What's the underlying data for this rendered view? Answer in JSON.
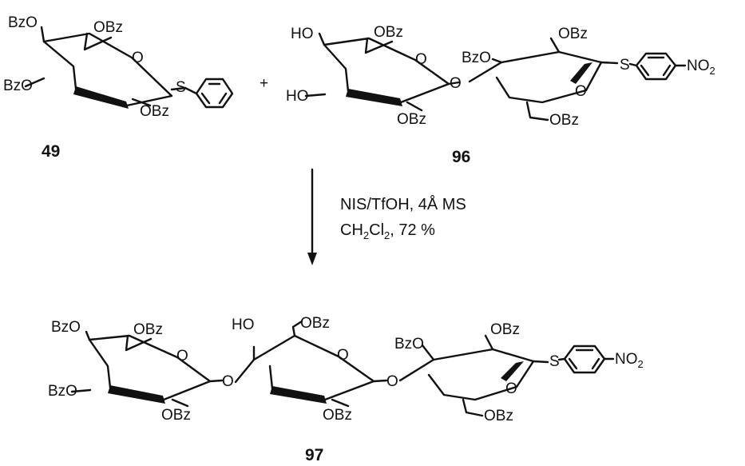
{
  "compounds": {
    "c49": {
      "number": "49",
      "subs": {
        "a": "BzO",
        "b": "OBz",
        "c": "O",
        "d": "S",
        "e": "BzO",
        "f": "OBz"
      }
    },
    "plus": "+",
    "c96": {
      "number": "96",
      "subs": {
        "a": "HO",
        "b": "OBz",
        "c": "O",
        "d": "HO",
        "e": "OBz",
        "f": "O",
        "g": "BzO",
        "h": "OBz",
        "i": "O",
        "j": "S",
        "k": "OBz",
        "l": "NO",
        "l2": "2"
      }
    },
    "c97": {
      "number": "97",
      "subs": {
        "a": "BzO",
        "b": "OBz",
        "c": "O",
        "d": "BzO",
        "e": "OBz",
        "f": "O",
        "g": "HO",
        "h": "OBz",
        "i": "O",
        "j": "OBz",
        "k": "O",
        "m": "BzO",
        "n": "OBz",
        "o": "O",
        "p": "S",
        "q": "OBz",
        "r": "NO",
        "r2": "2"
      }
    }
  },
  "conditions": {
    "line1": "NIS/TfOH, 4Å MS",
    "line2_a": "CH",
    "line2_s1": "2",
    "line2_b": "Cl",
    "line2_s2": "2",
    "line2_c": ", 72 %"
  }
}
